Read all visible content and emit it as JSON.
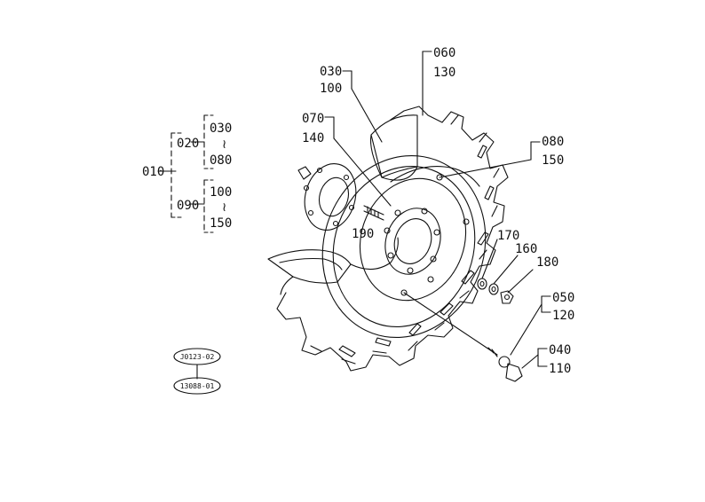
{
  "diagram": {
    "tree": {
      "root": "010",
      "group_a": {
        "label": "020",
        "range_from": "030",
        "range_sep": "≀",
        "range_to": "080"
      },
      "group_b": {
        "label": "090",
        "range_from": "100",
        "range_sep": "≀",
        "range_to": "150"
      }
    },
    "callouts": {
      "c030": "030",
      "c100": "100",
      "c060": "060",
      "c130": "130",
      "c070": "070",
      "c140": "140",
      "c080": "080",
      "c150": "150",
      "c190": "190",
      "c170": "170",
      "c160": "160",
      "c180": "180",
      "c050": "050",
      "c120": "120",
      "c040": "040",
      "c110": "110"
    },
    "tags": {
      "tag1": "J0123-02",
      "tag2": "13088-01"
    }
  },
  "colors": {
    "line": "#111111",
    "background": "#ffffff"
  }
}
